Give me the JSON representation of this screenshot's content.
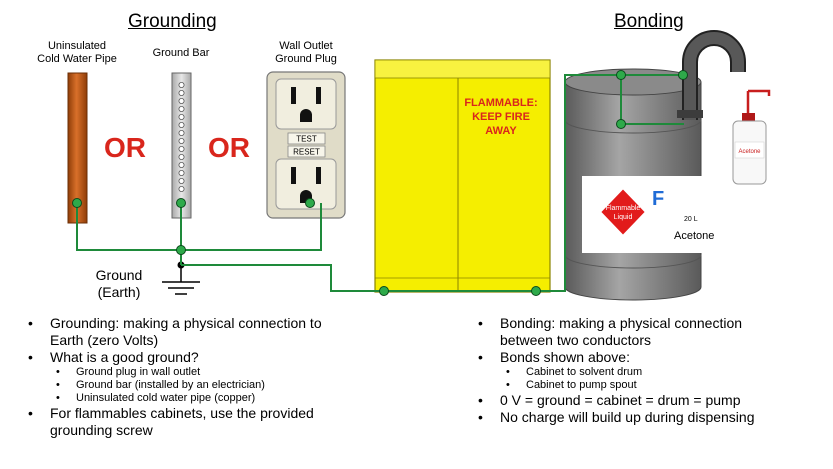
{
  "titles": {
    "grounding": "Grounding",
    "bonding": "Bonding"
  },
  "labels": {
    "pipe": [
      "Uninsulated",
      "Cold Water Pipe"
    ],
    "ground_bar": "Ground Bar",
    "outlet": [
      "Wall Outlet",
      "Ground Plug"
    ],
    "or": "OR",
    "earth": [
      "Ground",
      "(Earth)"
    ],
    "outlet_test": "TEST",
    "outlet_reset": "RESET",
    "cabinet_warning": [
      "FLAMMABLE:",
      "KEEP FIRE",
      "AWAY"
    ],
    "drum_letter": "F",
    "drum_hazard": [
      "Flammable",
      "Liquid"
    ],
    "drum_volume": "20 L",
    "drum_name": "Acetone",
    "bottle_label": "Acetone"
  },
  "grounding_bullets": [
    {
      "text": "Grounding: making a physical connection to",
      "level": 1
    },
    {
      "text": "Earth (zero Volts)",
      "level": 0
    },
    {
      "text": "What is a good ground?",
      "level": 1
    },
    {
      "text": "Ground plug in wall outlet",
      "level": 2
    },
    {
      "text": "Ground bar (installed by an electrician)",
      "level": 2
    },
    {
      "text": "Uninsulated cold water pipe (copper)",
      "level": 2
    },
    {
      "text": "For flammables cabinets, use the provided",
      "level": 1
    },
    {
      "text": "grounding screw",
      "level": 0
    }
  ],
  "bonding_bullets": [
    {
      "text": "Bonding: making a physical connection",
      "level": 1
    },
    {
      "text": "between two conductors",
      "level": 0
    },
    {
      "text": "Bonds shown above:",
      "level": 1
    },
    {
      "text": "Cabinet to solvent drum",
      "level": 2
    },
    {
      "text": "Cabinet to pump spout",
      "level": 2
    },
    {
      "text": "0 V = ground = cabinet = drum = pump",
      "level": 1
    },
    {
      "text": "No charge will build up during dispensing",
      "level": 1
    }
  ],
  "colors": {
    "wire": "#1e8a3a",
    "node": "#2eaa4a",
    "pipe": "#c25a14",
    "cabinet": "#f5ee00",
    "cabinet_text": "#d9261c",
    "drum": "#7f7f7f",
    "or": "#d9261c",
    "hazard": "#e21b1b",
    "drum_letter": "#1f6bd6"
  }
}
